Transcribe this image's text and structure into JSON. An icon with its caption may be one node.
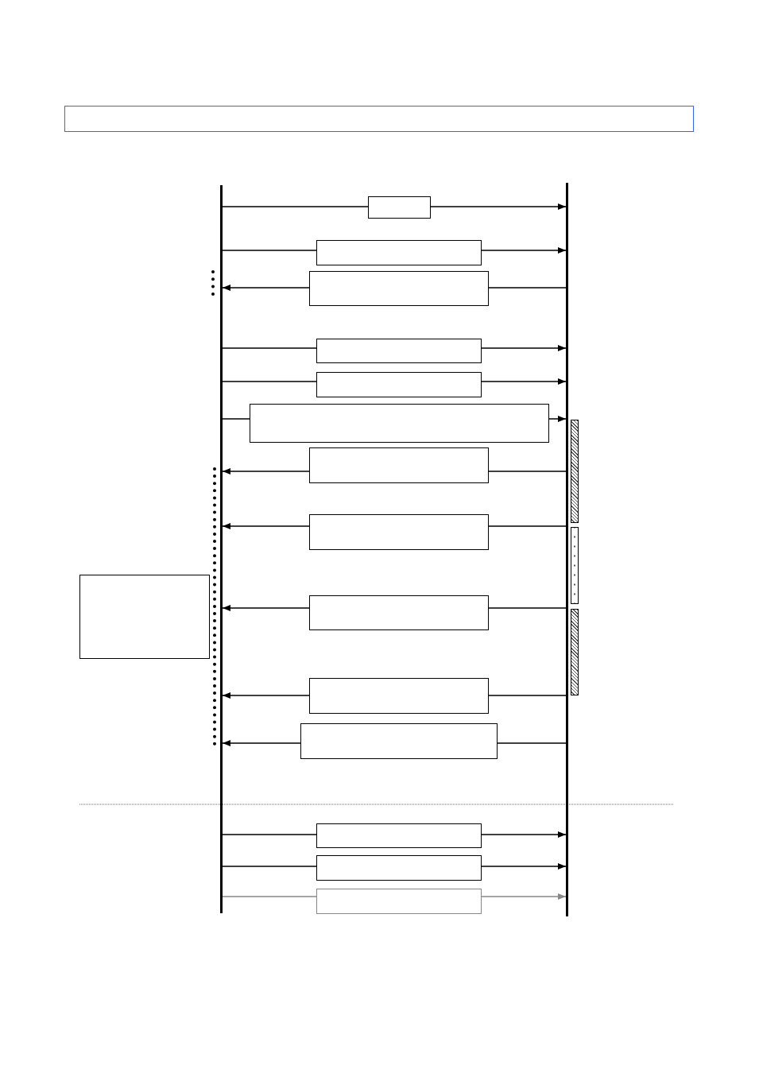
{
  "diagram": {
    "nodes": [
      {
        "text": [],
        "shape": "box"
      },
      {
        "text": [],
        "shape": "bar"
      },
      {
        "text": [],
        "shape": "bar"
      },
      {
        "text": [],
        "shape": "box"
      },
      {
        "text": [],
        "shape": "box"
      },
      {
        "text": [],
        "shape": "box"
      },
      {
        "text": [],
        "shape": "box"
      },
      {
        "text": [],
        "shape": "box"
      },
      {
        "text": [],
        "shape": "box"
      },
      {
        "text": [],
        "shape": "box"
      },
      {
        "text": [],
        "shape": "box"
      },
      {
        "text": [],
        "shape": "box"
      },
      {
        "text": [],
        "shape": "box"
      },
      {
        "text": [],
        "shape": "box"
      },
      {
        "text": [],
        "shape": "box"
      },
      {
        "text": [],
        "shape": "box"
      },
      {
        "text": [],
        "shape": "box"
      },
      {
        "text": [],
        "shape": "box"
      },
      {
        "text": [],
        "shape": "bar"
      },
      {
        "text": [],
        "shape": "bar"
      },
      {
        "text": [],
        "shape": "bar"
      }
    ],
    "edges": [
      {
        "from": 1,
        "to": 3,
        "arrow": "none"
      },
      {
        "from": 3,
        "to": 2,
        "arrow": "to"
      },
      {
        "from": 1,
        "to": 4,
        "arrow": "none"
      },
      {
        "from": 4,
        "to": 2,
        "arrow": "to"
      },
      {
        "from": 2,
        "to": 5,
        "arrow": "none"
      },
      {
        "from": 5,
        "to": 1,
        "arrow": "to"
      },
      {
        "from": 1,
        "to": 6,
        "arrow": "none"
      },
      {
        "from": 6,
        "to": 2,
        "arrow": "to"
      },
      {
        "from": 1,
        "to": 7,
        "arrow": "none"
      },
      {
        "from": 7,
        "to": 2,
        "arrow": "to"
      },
      {
        "from": 1,
        "to": 8,
        "arrow": "none"
      },
      {
        "from": 8,
        "to": 2,
        "arrow": "to"
      },
      {
        "from": 2,
        "to": 9,
        "arrow": "none"
      },
      {
        "from": 9,
        "to": 1,
        "arrow": "to"
      },
      {
        "from": 2,
        "to": 10,
        "arrow": "none"
      },
      {
        "from": 10,
        "to": 1,
        "arrow": "to"
      },
      {
        "from": 2,
        "to": 11,
        "arrow": "none"
      },
      {
        "from": 11,
        "to": 1,
        "arrow": "to"
      },
      {
        "from": 2,
        "to": 12,
        "arrow": "none"
      },
      {
        "from": 12,
        "to": 1,
        "arrow": "to"
      },
      {
        "from": 2,
        "to": 13,
        "arrow": "none"
      },
      {
        "from": 13,
        "to": 1,
        "arrow": "to"
      },
      {
        "from": 1,
        "to": 14,
        "arrow": "none"
      },
      {
        "from": 14,
        "to": 2,
        "arrow": "to"
      },
      {
        "from": 1,
        "to": 15,
        "arrow": "none"
      },
      {
        "from": 15,
        "to": 2,
        "arrow": "to"
      },
      {
        "from": 1,
        "to": 16,
        "arrow": "none",
        "color": "#888888"
      },
      {
        "from": 16,
        "to": 2,
        "arrow": "to",
        "color": "#888888"
      }
    ]
  }
}
